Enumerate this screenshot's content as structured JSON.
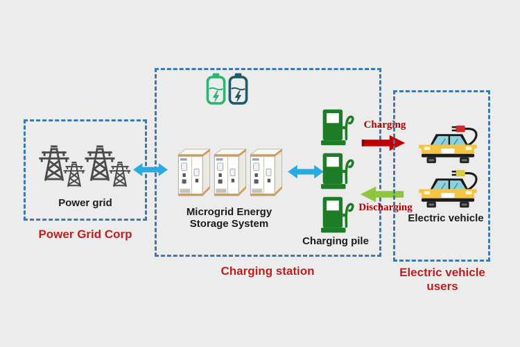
{
  "colors": {
    "background": "#ececec",
    "border_blue": "#3c78b4",
    "arrow_blue": "#29abe2",
    "caption_red": "#c01e1e",
    "flow_label_red": "#b40000",
    "arrow_red": "#c00000",
    "arrow_green": "#8ec63f",
    "battery_green": "#2bb673",
    "battery_dark": "#215968",
    "pile_green": "#1d7d26",
    "tower_gray": "#4b4b4b",
    "car_yellow": "#f6c443"
  },
  "power_grid": {
    "label": "Power grid",
    "caption": "Power Grid Corp"
  },
  "charging_station": {
    "caption": "Charging station",
    "storage_line1": "Microgrid Energy",
    "storage_line2": "Storage System",
    "pile_label": "Charging pile"
  },
  "ev_users": {
    "caption": "Electric vehicle users",
    "vehicle_label": "Electric vehicle"
  },
  "flows": {
    "charging": "Charging",
    "discharging": "Discharging"
  }
}
